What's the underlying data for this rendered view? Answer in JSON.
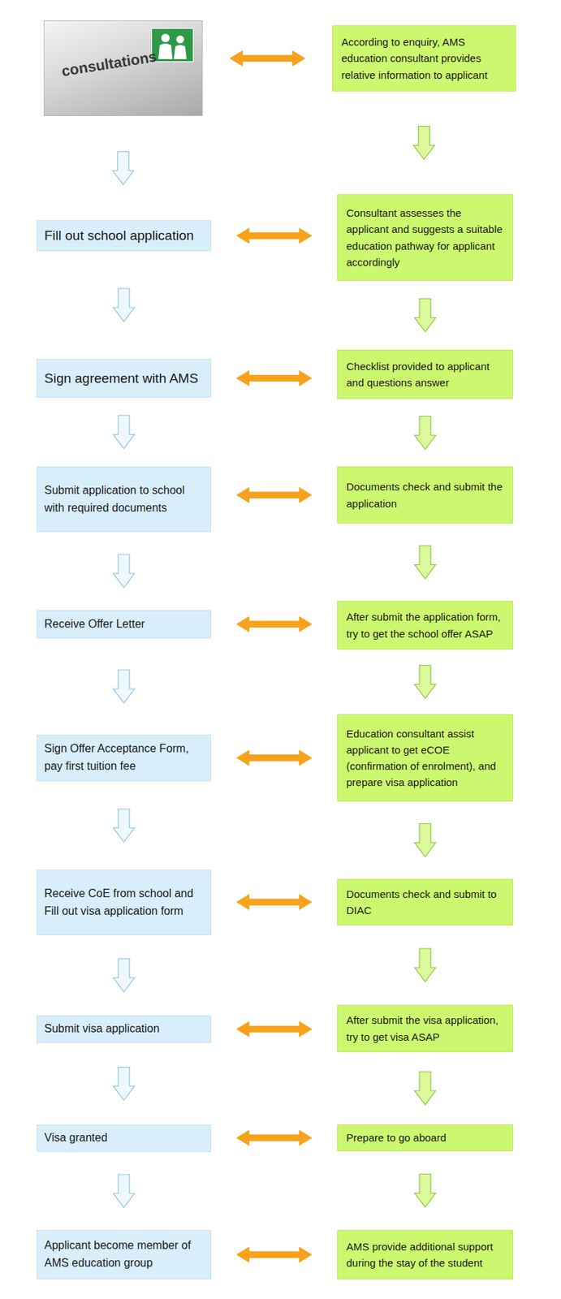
{
  "diagram": {
    "nodes": [
      {
        "text": [
          "consultations"
        ]
      },
      {
        "text": [
          "According to enquiry, AMS education consultant provides relative information to applicant"
        ]
      },
      {
        "text": [
          "Fill out school application"
        ]
      },
      {
        "text": [
          "Consultant assesses the applicant and suggests a suitable education pathway for applicant accordingly"
        ]
      },
      {
        "text": [
          "Sign agreement with AMS"
        ]
      },
      {
        "text": [
          "Checklist provided to applicant and questions answer"
        ]
      },
      {
        "text": [
          "Submit application to school with required documents"
        ]
      },
      {
        "text": [
          "Documents check and submit the application"
        ]
      },
      {
        "text": [
          "Receive Offer Letter"
        ]
      },
      {
        "text": [
          "After submit the application form, try to get the school offer ASAP"
        ]
      },
      {
        "text": [
          "Sign Offer Acceptance Form, pay first tuition fee"
        ]
      },
      {
        "text": [
          "Education consultant assist applicant to get eCOE (confirmation of enrolment), and prepare visa application"
        ]
      },
      {
        "text": [
          "Receive CoE from school and Fill out visa application form"
        ]
      },
      {
        "text": [
          "Documents check and submit to DIAC"
        ]
      },
      {
        "text": [
          "Submit visa application"
        ]
      },
      {
        "text": [
          "After submit the visa application, try to get visa ASAP"
        ]
      },
      {
        "text": [
          "Visa granted"
        ]
      },
      {
        "text": [
          "Prepare to go aboard"
        ]
      },
      {
        "text": [
          "Applicant become member of AMS education group"
        ]
      },
      {
        "text": [
          "AMS provide additional support during the stay of the student"
        ]
      }
    ],
    "edges": [
      {
        "from": 0,
        "to": 1,
        "arrow": "both"
      },
      {
        "from": 0,
        "to": 2,
        "arrow": "to"
      },
      {
        "from": 1,
        "to": 3,
        "arrow": "to"
      },
      {
        "from": 2,
        "to": 3,
        "arrow": "both"
      },
      {
        "from": 2,
        "to": 4,
        "arrow": "to"
      },
      {
        "from": 3,
        "to": 5,
        "arrow": "to"
      },
      {
        "from": 4,
        "to": 5,
        "arrow": "both"
      },
      {
        "from": 4,
        "to": 6,
        "arrow": "to"
      },
      {
        "from": 5,
        "to": 7,
        "arrow": "to"
      },
      {
        "from": 6,
        "to": 7,
        "arrow": "both"
      },
      {
        "from": 6,
        "to": 8,
        "arrow": "to"
      },
      {
        "from": 7,
        "to": 9,
        "arrow": "to"
      },
      {
        "from": 8,
        "to": 9,
        "arrow": "both"
      },
      {
        "from": 8,
        "to": 10,
        "arrow": "to"
      },
      {
        "from": 9,
        "to": 11,
        "arrow": "to"
      },
      {
        "from": 10,
        "to": 11,
        "arrow": "both"
      },
      {
        "from": 10,
        "to": 12,
        "arrow": "to"
      },
      {
        "from": 11,
        "to": 13,
        "arrow": "to"
      },
      {
        "from": 12,
        "to": 13,
        "arrow": "both"
      },
      {
        "from": 12,
        "to": 14,
        "arrow": "to"
      },
      {
        "from": 13,
        "to": 15,
        "arrow": "to"
      },
      {
        "from": 14,
        "to": 15,
        "arrow": "both"
      },
      {
        "from": 14,
        "to": 16,
        "arrow": "to"
      },
      {
        "from": 15,
        "to": 17,
        "arrow": "to"
      },
      {
        "from": 16,
        "to": 17,
        "arrow": "both"
      },
      {
        "from": 16,
        "to": 18,
        "arrow": "to"
      },
      {
        "from": 17,
        "to": 19,
        "arrow": "to"
      },
      {
        "from": 18,
        "to": 19,
        "arrow": "both"
      }
    ]
  }
}
